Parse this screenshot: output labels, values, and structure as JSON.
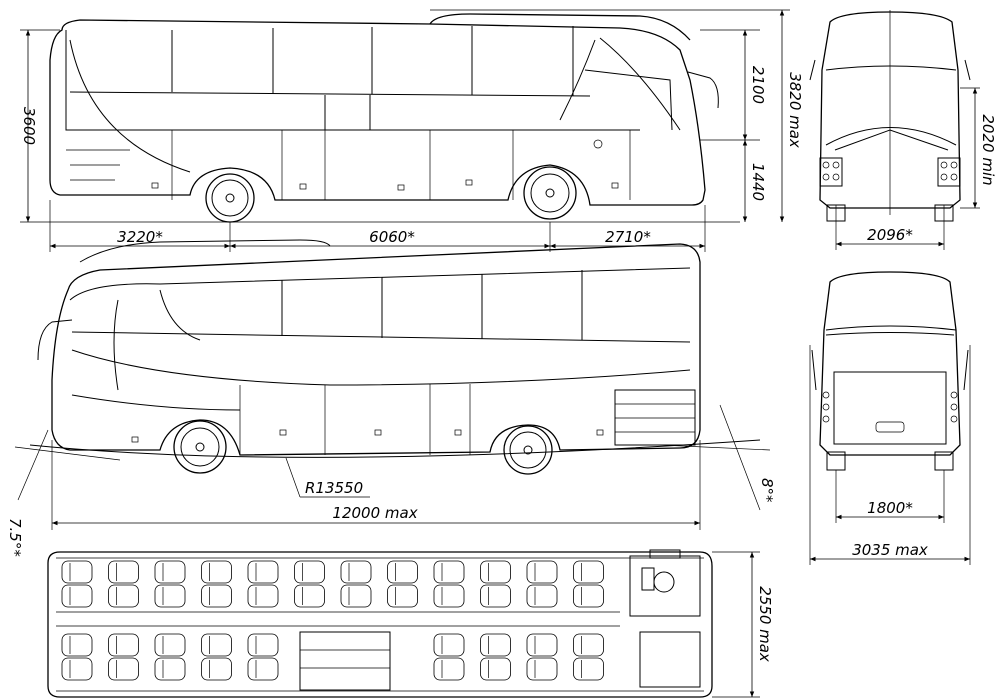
{
  "dimensions": {
    "side_height_total": "3600",
    "side_window_height": "2100",
    "side_lower_height": "1440",
    "height_max": "3820 max",
    "front_overhang": "3220*",
    "wheelbase": "6060*",
    "rear_overhang": "2710*",
    "front_track": "2096*",
    "ground_clearance": "2020 min",
    "turning_radius": "R13550",
    "length_max": "12000 max",
    "approach_angle": "7.5°*",
    "departure_angle": "8°*",
    "rear_track": "1800*",
    "width_max": "3035 max",
    "body_width": "2550 max"
  },
  "colors": {
    "line": "#000000",
    "background": "#ffffff"
  }
}
